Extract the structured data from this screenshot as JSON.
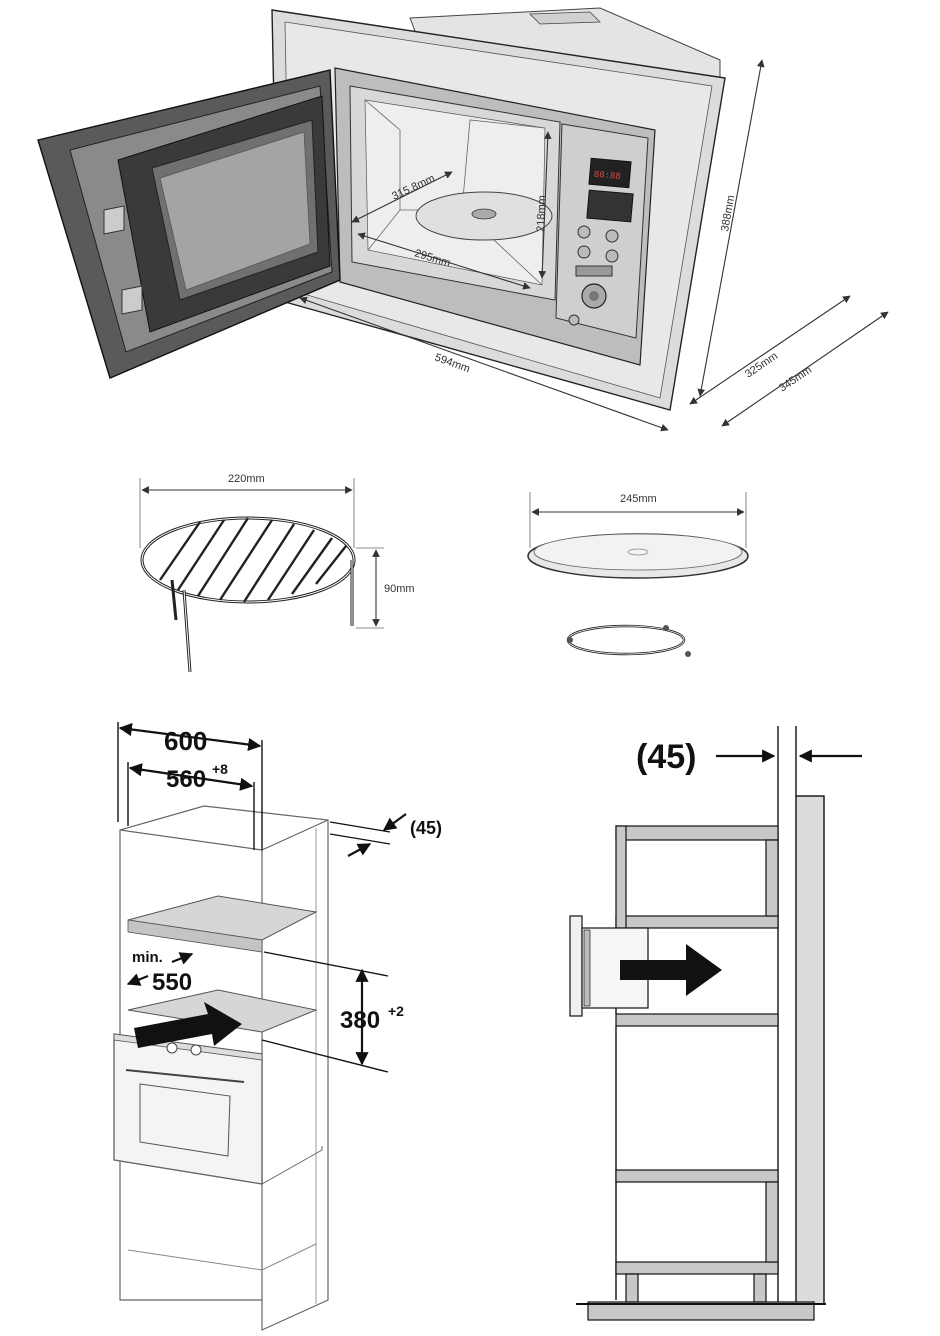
{
  "microwave_dims": {
    "width": "594mm",
    "height": "388mm",
    "depth_inner": "325mm",
    "depth_outer": "345mm",
    "cavity_width": "295mm",
    "cavity_depth": "315.8mm",
    "cavity_height": "218mm"
  },
  "display_readout": "88:88",
  "rack": {
    "diameter": "220mm",
    "height": "90mm"
  },
  "turntable": {
    "diameter": "245mm"
  },
  "cabinet": {
    "width": "600",
    "inner_width": "560",
    "inner_width_tol": "+8",
    "gap": "(45)",
    "min_label": "min.",
    "min_depth": "550",
    "niche_height": "380",
    "niche_height_tol": "+2"
  },
  "side_view": {
    "gap": "(45)"
  }
}
